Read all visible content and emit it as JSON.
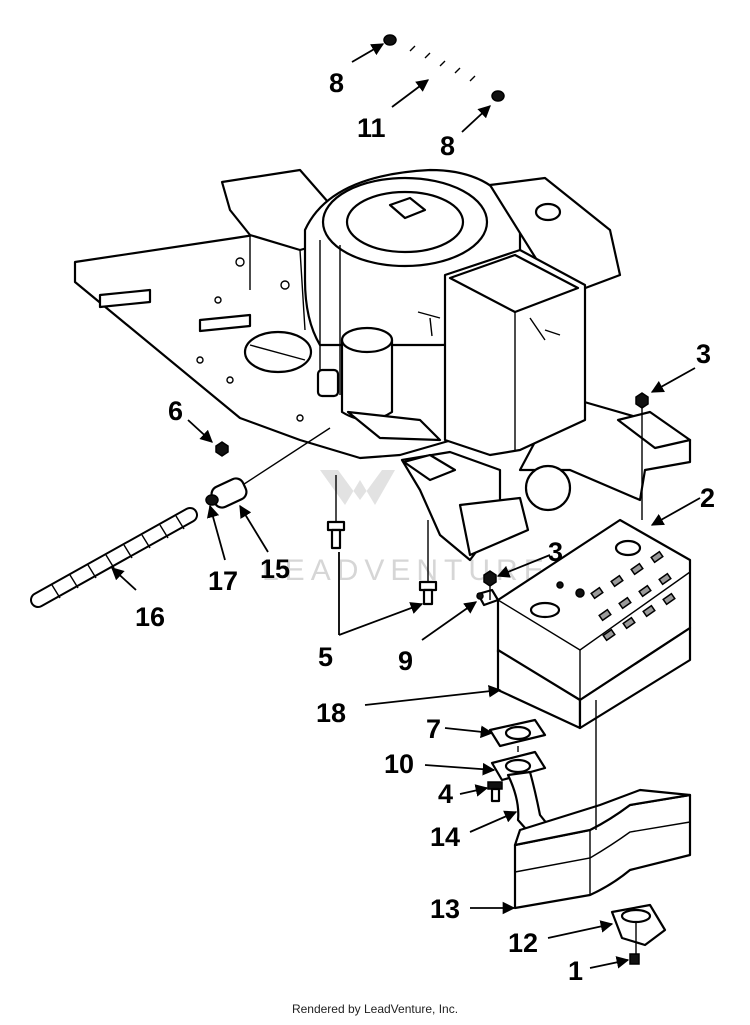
{
  "callouts": [
    {
      "id": "c8a",
      "label": "8"
    },
    {
      "id": "c11",
      "label": "11"
    },
    {
      "id": "c8b",
      "label": "8"
    },
    {
      "id": "c3a",
      "label": "3"
    },
    {
      "id": "c6",
      "label": "6"
    },
    {
      "id": "c2",
      "label": "2"
    },
    {
      "id": "c15",
      "label": "15"
    },
    {
      "id": "c17",
      "label": "17"
    },
    {
      "id": "c3b",
      "label": "3"
    },
    {
      "id": "c16",
      "label": "16"
    },
    {
      "id": "c5",
      "label": "5"
    },
    {
      "id": "c9",
      "label": "9"
    },
    {
      "id": "c18",
      "label": "18"
    },
    {
      "id": "c7",
      "label": "7"
    },
    {
      "id": "c10",
      "label": "10"
    },
    {
      "id": "c4",
      "label": "4"
    },
    {
      "id": "c14",
      "label": "14"
    },
    {
      "id": "c13",
      "label": "13"
    },
    {
      "id": "c12",
      "label": "12"
    },
    {
      "id": "c1",
      "label": "1"
    }
  ],
  "watermark": "LEADVENTURE",
  "footer": "Rendered by LeadVenture, Inc."
}
